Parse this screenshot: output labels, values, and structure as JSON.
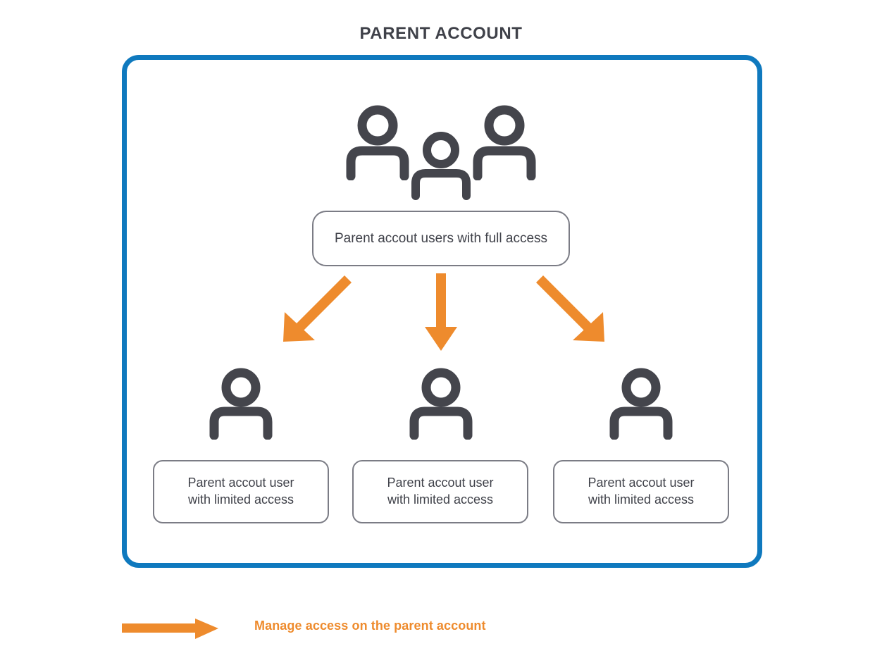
{
  "title": "PARENT ACCOUNT",
  "colors": {
    "container_border": "#0f79be",
    "arrow": "#ee8b2d",
    "icon": "#44454c",
    "box_border": "#7b7c85",
    "text": "#3f4149",
    "background": "#ffffff"
  },
  "container": {
    "name": "parent-account-container"
  },
  "top_group": {
    "icon_count": 3,
    "icon_name": "people-group-icon",
    "label": "Parent accout users with full access"
  },
  "arrows": [
    {
      "name": "arrow-down-left",
      "direction": "down-left"
    },
    {
      "name": "arrow-down",
      "direction": "down"
    },
    {
      "name": "arrow-down-right",
      "direction": "down-right"
    }
  ],
  "children": [
    {
      "icon_name": "person-icon",
      "line1": "Parent accout user",
      "line2": "with limited access"
    },
    {
      "icon_name": "person-icon",
      "line1": "Parent accout user",
      "line2": "with limited access"
    },
    {
      "icon_name": "person-icon",
      "line1": "Parent accout user",
      "line2": "with limited access"
    }
  ],
  "legend": {
    "icon_name": "legend-arrow-icon",
    "label": "Manage access on the parent account"
  }
}
